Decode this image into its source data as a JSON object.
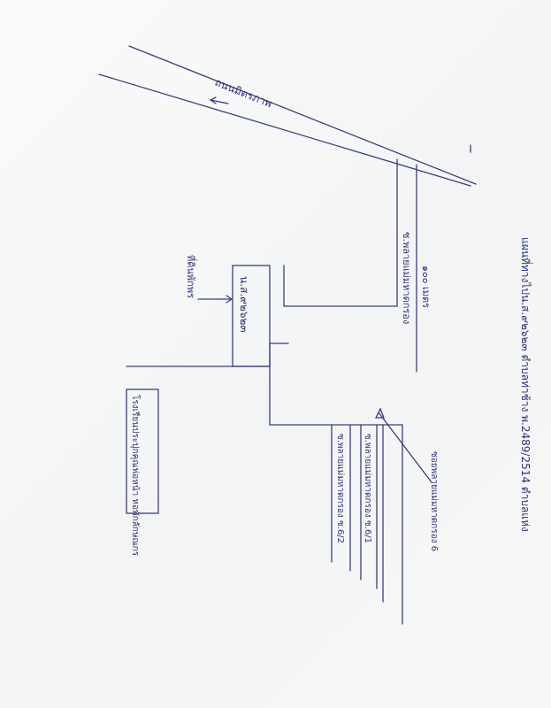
{
  "map": {
    "title": "แผนที่ทางไปน.ส.๙๒๖๒๓ ตำบลท่าช้าง พ.2489/2514 ตำบลแห่ง",
    "highway_label": "ถนนมิตรภาพ",
    "road_label": "ซ.พลายแม่มหาดกรอง",
    "distance_label": "๑๐๐ เมตร",
    "plot_label": "น.ส.๙๒๖๒๓",
    "owner_label": "ที่ดินพักพร",
    "alley_6": "ซอยพลายแม่มหาดกรอง 6",
    "alley_6_1": "ซ.พลายแม่มหาดกรอง ซ.6/1",
    "alley_6_2": "ซ.พลายแม่มหาดกรอง ซ.6/2",
    "landmark_label": "โรงเรียนประปุกคุณพ่อหน้า หอพักลักษณกร"
  },
  "colors": {
    "ink": "#39407a",
    "paper": "#fafafa"
  }
}
